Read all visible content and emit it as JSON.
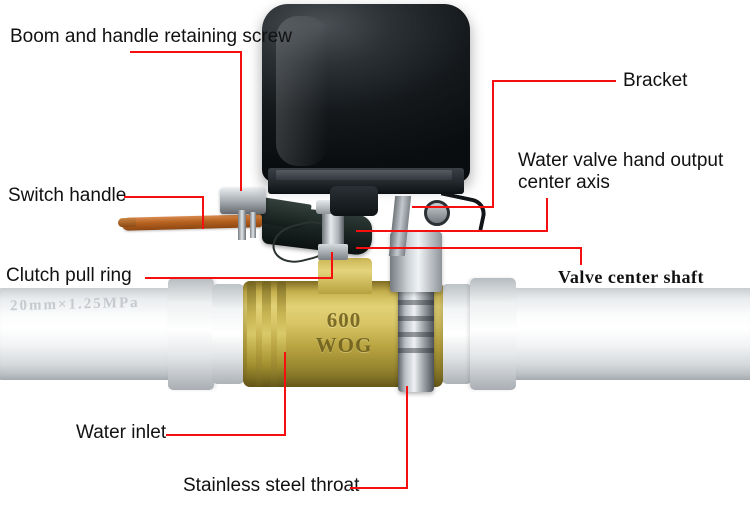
{
  "figure": {
    "subject": "Smart water valve actuator mounted on brass ball valve",
    "accent_color": "#f50f0f",
    "text_color": "#111111",
    "background_color": "#ffffff"
  },
  "photo": {
    "pipe_marking": "20mm×1.25MPa",
    "valve_body_marking_line1": "600",
    "valve_body_marking_line2": "WOG",
    "pipe_color": "#ffffff",
    "brass_color": "#d8c566",
    "motor_color": "#14181b",
    "handle_color": "#b5611f"
  },
  "callouts": [
    {
      "id": "boom-and-handle-retaining-screw",
      "label": "Boom and handle retaining screw"
    },
    {
      "id": "bracket",
      "label": "Bracket"
    },
    {
      "id": "water-valve-hand-output-center-axis",
      "label": "Water valve hand output\ncenter axis"
    },
    {
      "id": "switch-handle",
      "label": "Switch handle"
    },
    {
      "id": "clutch-pull-ring",
      "label": "Clutch pull ring"
    },
    {
      "id": "valve-center-shaft",
      "label": "Valve center shaft"
    },
    {
      "id": "water-inlet",
      "label": "Water inlet"
    },
    {
      "id": "stainless-steel-throat",
      "label": "Stainless steel throat"
    }
  ]
}
